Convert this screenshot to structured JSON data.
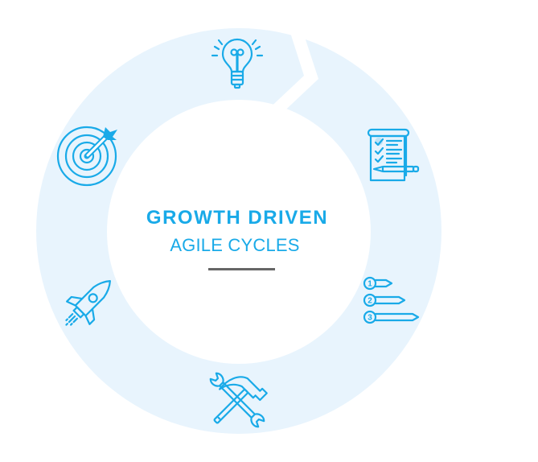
{
  "diagram": {
    "title": "GROWTH DRIVEN",
    "subtitle": "AGILE CYCLES",
    "colors": {
      "accent": "#19AAE8",
      "ring": "#E8F4FD",
      "divider": "#666666",
      "background": "#FFFFFF"
    },
    "cycle_steps": [
      {
        "position": "top",
        "icon": "lightbulb-icon"
      },
      {
        "position": "upper-right",
        "icon": "checklist-icon"
      },
      {
        "position": "lower-right",
        "icon": "numbered-steps-icon",
        "numbers": [
          "1",
          "2",
          "3"
        ]
      },
      {
        "position": "bottom",
        "icon": "tools-icon"
      },
      {
        "position": "lower-left",
        "icon": "rocket-icon"
      },
      {
        "position": "upper-left",
        "icon": "target-icon"
      }
    ]
  }
}
